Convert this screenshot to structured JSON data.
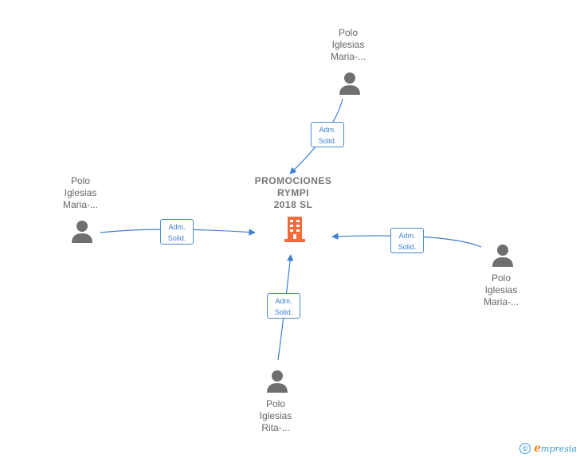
{
  "company": {
    "name_lines": [
      "PROMOCIONES",
      "RYMPI",
      "2018  SL"
    ],
    "icon": "building-icon",
    "color": "#f26b3a"
  },
  "persons": [
    {
      "id": "top",
      "lines": [
        "Polo",
        "Iglesias",
        "Maria-..."
      ],
      "icon": "person-icon"
    },
    {
      "id": "left",
      "lines": [
        "Polo",
        "Iglesias",
        "Maria-..."
      ],
      "icon": "person-icon"
    },
    {
      "id": "right",
      "lines": [
        "Polo",
        "Iglesias",
        "Maria-..."
      ],
      "icon": "person-icon"
    },
    {
      "id": "bottom",
      "lines": [
        "Polo",
        "Iglesias",
        "Rita-..."
      ],
      "icon": "person-icon"
    }
  ],
  "edges": [
    {
      "from": "top",
      "lines": [
        "Adm.",
        "Solid."
      ]
    },
    {
      "from": "left",
      "lines": [
        "Adm.",
        "Solid."
      ]
    },
    {
      "from": "right",
      "lines": [
        "Adm.",
        "Solid."
      ]
    },
    {
      "from": "bottom",
      "lines": [
        "Adm.",
        "Solid."
      ]
    }
  ],
  "colors": {
    "edge": "#3d7fd1",
    "person": "#6f6f6f"
  },
  "footer": {
    "copyright_symbol": "©",
    "brand_initial": "e",
    "brand_rest": "mpresia"
  }
}
